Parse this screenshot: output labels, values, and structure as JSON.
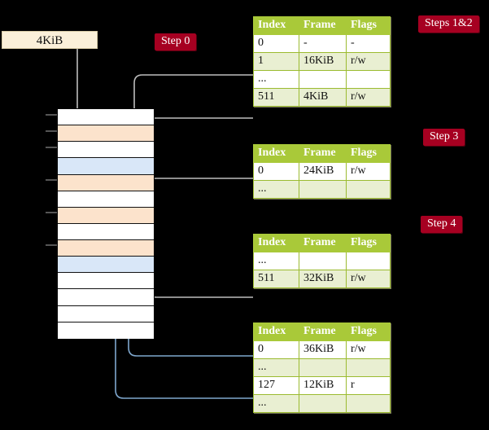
{
  "diagram": {
    "source_box": {
      "label": "4KiB"
    },
    "badges": [
      {
        "name": "step-0",
        "label": "Step 0"
      },
      {
        "name": "steps-1-and-2",
        "label": "Steps 1&2"
      },
      {
        "name": "step-3",
        "label": "Step 3"
      },
      {
        "name": "step-4",
        "label": "Step 4"
      }
    ],
    "memory_column": {
      "rows": [
        {
          "fill": "white"
        },
        {
          "fill": "orange"
        },
        {
          "fill": "white"
        },
        {
          "fill": "blue"
        },
        {
          "fill": "orange"
        },
        {
          "fill": "white"
        },
        {
          "fill": "orange"
        },
        {
          "fill": "white"
        },
        {
          "fill": "orange"
        },
        {
          "fill": "blue"
        },
        {
          "fill": "white"
        },
        {
          "fill": "white"
        },
        {
          "fill": "white"
        },
        {
          "fill": "white"
        }
      ]
    },
    "columns": {
      "index": "Index",
      "frame": "Frame",
      "flags": "Flags"
    },
    "tables": [
      {
        "name": "page-table-1",
        "rows": [
          {
            "index": "0",
            "frame": "-",
            "flags": "-",
            "alt": false,
            "highlight": false
          },
          {
            "index": "1",
            "frame": "16KiB",
            "flags": "r/w",
            "alt": true,
            "highlight": false
          },
          {
            "index": "...",
            "frame": "",
            "flags": "",
            "alt": false,
            "highlight": false
          },
          {
            "index": "511",
            "frame": "4KiB",
            "flags": "r/w",
            "alt": true,
            "highlight": true
          }
        ]
      },
      {
        "name": "page-table-2",
        "rows": [
          {
            "index": "0",
            "frame": "24KiB",
            "flags": "r/w",
            "alt": false,
            "highlight": false
          },
          {
            "index": "...",
            "frame": "",
            "flags": "",
            "alt": true,
            "highlight": false
          }
        ]
      },
      {
        "name": "page-table-3",
        "rows": [
          {
            "index": "...",
            "frame": "",
            "flags": "",
            "alt": false,
            "highlight": false
          },
          {
            "index": "511",
            "frame": "32KiB",
            "flags": "r/w",
            "alt": true,
            "highlight": false
          }
        ]
      },
      {
        "name": "page-table-4",
        "rows": [
          {
            "index": "0",
            "frame": "36KiB",
            "flags": "r/w",
            "alt": false,
            "highlight": false
          },
          {
            "index": "...",
            "frame": "",
            "flags": "",
            "alt": true,
            "highlight": false
          },
          {
            "index": "127",
            "frame": "12KiB",
            "flags": "r",
            "alt": false,
            "highlight": false
          },
          {
            "index": "...",
            "frame": "",
            "flags": "",
            "alt": true,
            "highlight": false
          }
        ]
      }
    ],
    "colors": {
      "background": "#000000",
      "table_header": "#A9C939",
      "table_alt_row": "#E9EFD2",
      "table_highlight": "#FAFAC8",
      "badge": "#A60021",
      "source_box": "#FBF0D9",
      "mem_orange": "#FCE3CC",
      "mem_blue": "#D9E7F8",
      "wire_gray": "#BDBDBD",
      "wire_blue": "#7FA7CE"
    }
  }
}
